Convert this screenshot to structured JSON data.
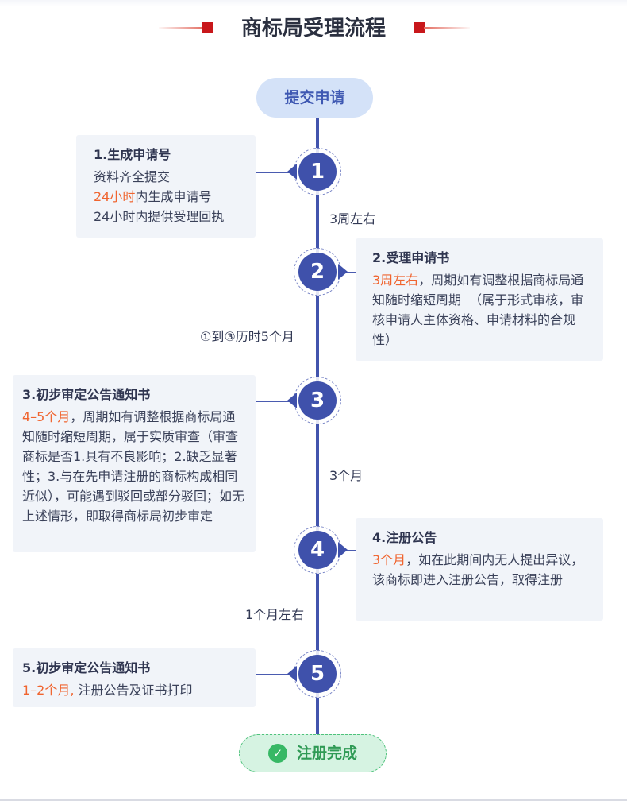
{
  "title": "商标局受理流程",
  "start_label": "提交申请",
  "end_label": "注册完成",
  "end_icon": "check-icon",
  "colors": {
    "timeline": "#4254ad",
    "highlight": "#f0642f",
    "title_accent": "#c8171b",
    "end_green": "#37b865",
    "card_bg": "#f1f4f9"
  },
  "steps": [
    {
      "number": "1",
      "title": "1.生成申请号",
      "lines": [
        {
          "highlight": "",
          "text": "资料齐全提交"
        },
        {
          "highlight": "24小时",
          "text": "内生成申请号"
        },
        {
          "highlight": "",
          "text": "24小时内提供受理回执"
        }
      ]
    },
    {
      "number": "2",
      "title": "2.受理申请书",
      "highlight": "3周左右",
      "body": "，周期如有调整根据商标局通知随时缩短周期  （属于形式审核，审核申请人主体资格、申请材料的合规性）"
    },
    {
      "number": "3",
      "title": "3.初步审定公告通知书",
      "highlight": "4–5个月",
      "body": "，周期如有调整根据商标局通知随时缩短周期，属于实质审查（审查商标是否1.具有不良影响；2.缺乏显著性；3.与在先申请注册的商标构成相同近似），可能遇到驳回或部分驳回；如无上述情形，即取得商标局初步审定"
    },
    {
      "number": "4",
      "title": "4.注册公告",
      "highlight": "3个月",
      "body": "，如在此期间内无人提出异议，该商标即进入注册公告，取得注册"
    },
    {
      "number": "5",
      "title": "5.初步审定公告通知书",
      "highlight": "1–2个月,",
      "body": " 注册公告及证书打印"
    }
  ],
  "durations": [
    "3周左右",
    "①到③历时5个月",
    "3个月",
    "1个月左右"
  ]
}
